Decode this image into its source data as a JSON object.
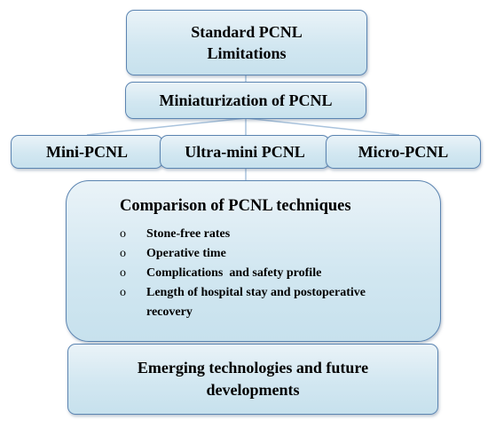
{
  "diagram": {
    "limitations": "Standard PCNL Limitations",
    "miniaturization": "Miniaturization of PCNL",
    "techniques": [
      "Mini-PCNL",
      "Ultra-mini PCNL",
      "Micro-PCNL"
    ],
    "comparison": {
      "title": "Comparison of PCNL techniques",
      "bullet_glyph": "o",
      "items": [
        "Stone-free rates",
        "Operative time",
        "Complications  and safety profile",
        "Length of hospital stay and postoperative recovery"
      ]
    },
    "emerging": "Emerging technologies and future developments"
  },
  "colors": {
    "box_border": "#5b84b1",
    "box_fill_top": "#eaf3f8",
    "box_fill_bottom": "#c7e1ed",
    "connector": "#a9c3dd"
  }
}
